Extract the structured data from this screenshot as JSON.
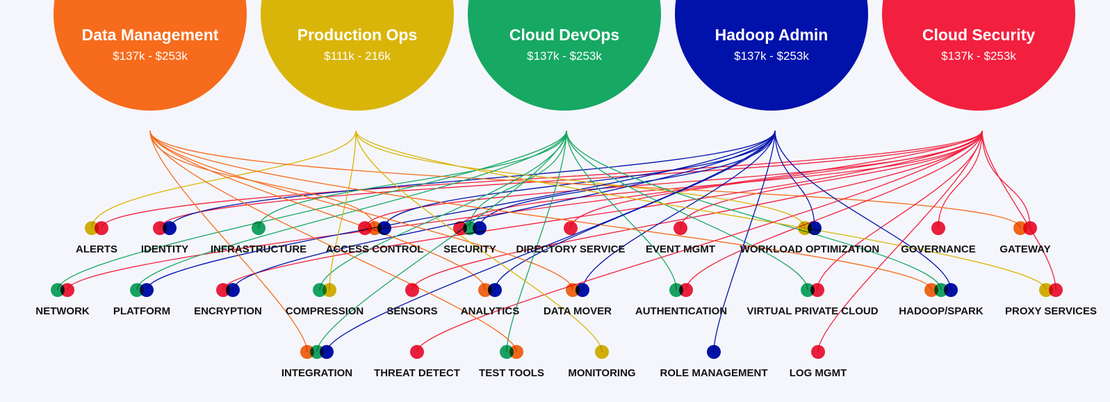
{
  "colors": {
    "background": "#f5f6fb",
    "Data Management": "#f76b1c",
    "Production Ops": "#d9b50a",
    "Cloud DevOps": "#17a864",
    "Hadoop Admin": "#0012aa",
    "Cloud Security": "#f2203e"
  },
  "roles": [
    {
      "id": "dm",
      "title": "Data Management",
      "salary": "$137k - $253k",
      "color": "#f76b1c"
    },
    {
      "id": "po",
      "title": "Production Ops",
      "salary": "$111k - 216k",
      "color": "#d9b50a"
    },
    {
      "id": "cd",
      "title": "Cloud DevOps",
      "salary": "$137k - $253k",
      "color": "#17a864"
    },
    {
      "id": "ha",
      "title": "Hadoop Admin",
      "salary": "$137k - $253k",
      "color": "#0012aa"
    },
    {
      "id": "cs",
      "title": "Cloud Security",
      "salary": "$137k - $253k",
      "color": "#f2203e"
    }
  ],
  "skills": [
    {
      "label": "ALERTS",
      "row": 1,
      "roles": [
        "po",
        "cs"
      ]
    },
    {
      "label": "IDENTITY",
      "row": 1,
      "roles": [
        "cs",
        "ha"
      ]
    },
    {
      "label": "INFRASTRUCTURE",
      "row": 1,
      "roles": [
        "cd"
      ]
    },
    {
      "label": "ACCESS CONTROL",
      "row": 1,
      "roles": [
        "cs",
        "dm",
        "ha"
      ]
    },
    {
      "label": "SECURITY",
      "row": 1,
      "roles": [
        "cs",
        "cd",
        "ha"
      ]
    },
    {
      "label": "DIRECTORY SERVICE",
      "row": 1,
      "roles": [
        "cs"
      ]
    },
    {
      "label": "EVENT MGMT",
      "row": 1,
      "roles": [
        "cs"
      ]
    },
    {
      "label": "WORKLOAD OPTIMIZATION",
      "row": 1,
      "roles": [
        "po",
        "ha"
      ]
    },
    {
      "label": "GOVERNANCE",
      "row": 1,
      "roles": [
        "cs"
      ]
    },
    {
      "label": "GATEWAY",
      "row": 1,
      "roles": [
        "dm",
        "cs"
      ]
    },
    {
      "label": "NETWORK",
      "row": 2,
      "roles": [
        "cd",
        "cs"
      ]
    },
    {
      "label": "PLATFORM",
      "row": 2,
      "roles": [
        "cd",
        "ha"
      ]
    },
    {
      "label": "ENCRYPTION",
      "row": 2,
      "roles": [
        "cs",
        "ha"
      ]
    },
    {
      "label": "COMPRESSION",
      "row": 2,
      "roles": [
        "cd",
        "po"
      ]
    },
    {
      "label": "SENSORS",
      "row": 2,
      "roles": [
        "cs"
      ]
    },
    {
      "label": "ANALYTICS",
      "row": 2,
      "roles": [
        "dm",
        "ha"
      ]
    },
    {
      "label": "DATA MOVER",
      "row": 2,
      "roles": [
        "dm",
        "ha"
      ]
    },
    {
      "label": "AUTHENTICATION",
      "row": 2,
      "roles": [
        "cd",
        "cs"
      ]
    },
    {
      "label": "VIRTUAL PRIVATE CLOUD",
      "row": 2,
      "roles": [
        "cd",
        "cs"
      ]
    },
    {
      "label": "HADOOP/SPARK",
      "row": 2,
      "roles": [
        "dm",
        "cd",
        "ha"
      ]
    },
    {
      "label": "PROXY SERVICES",
      "row": 2,
      "roles": [
        "po",
        "cs"
      ]
    },
    {
      "label": "INTEGRATION",
      "row": 3,
      "roles": [
        "dm",
        "cd",
        "ha"
      ]
    },
    {
      "label": "THREAT DETECT",
      "row": 3,
      "roles": [
        "cs"
      ]
    },
    {
      "label": "TEST TOOLS",
      "row": 3,
      "roles": [
        "cd",
        "dm"
      ]
    },
    {
      "label": "MONITORING",
      "row": 3,
      "roles": [
        "po"
      ]
    },
    {
      "label": "ROLE MANAGEMENT",
      "row": 3,
      "roles": [
        "ha"
      ]
    },
    {
      "label": "LOG MGMT",
      "row": 3,
      "roles": [
        "cs"
      ]
    }
  ]
}
